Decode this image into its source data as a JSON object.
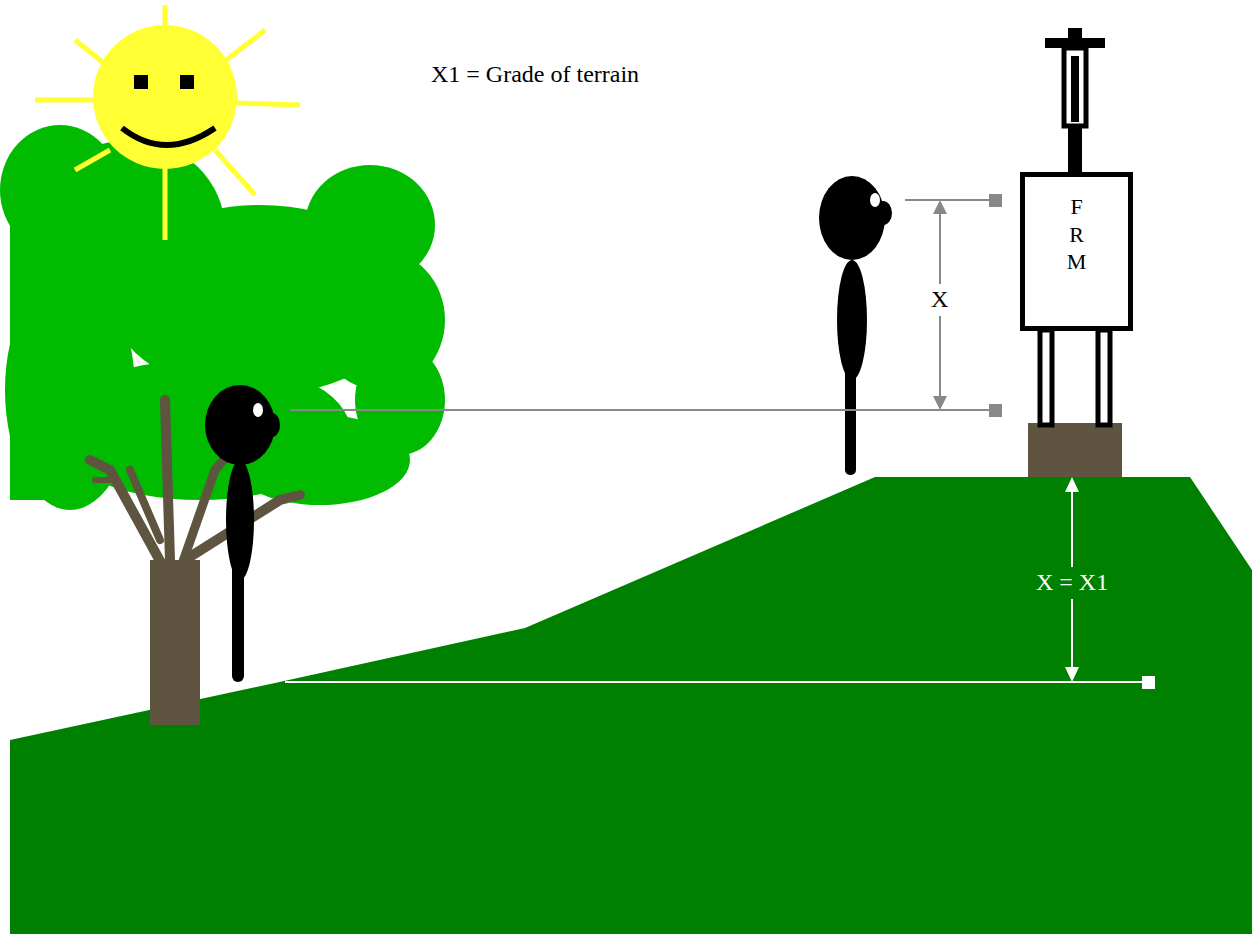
{
  "diagram": {
    "nodes": [
      {
        "text": [
          "F R M"
        ]
      }
    ],
    "labels": [
      "X1 = Grade of terrain",
      "X",
      "X = X1"
    ]
  }
}
